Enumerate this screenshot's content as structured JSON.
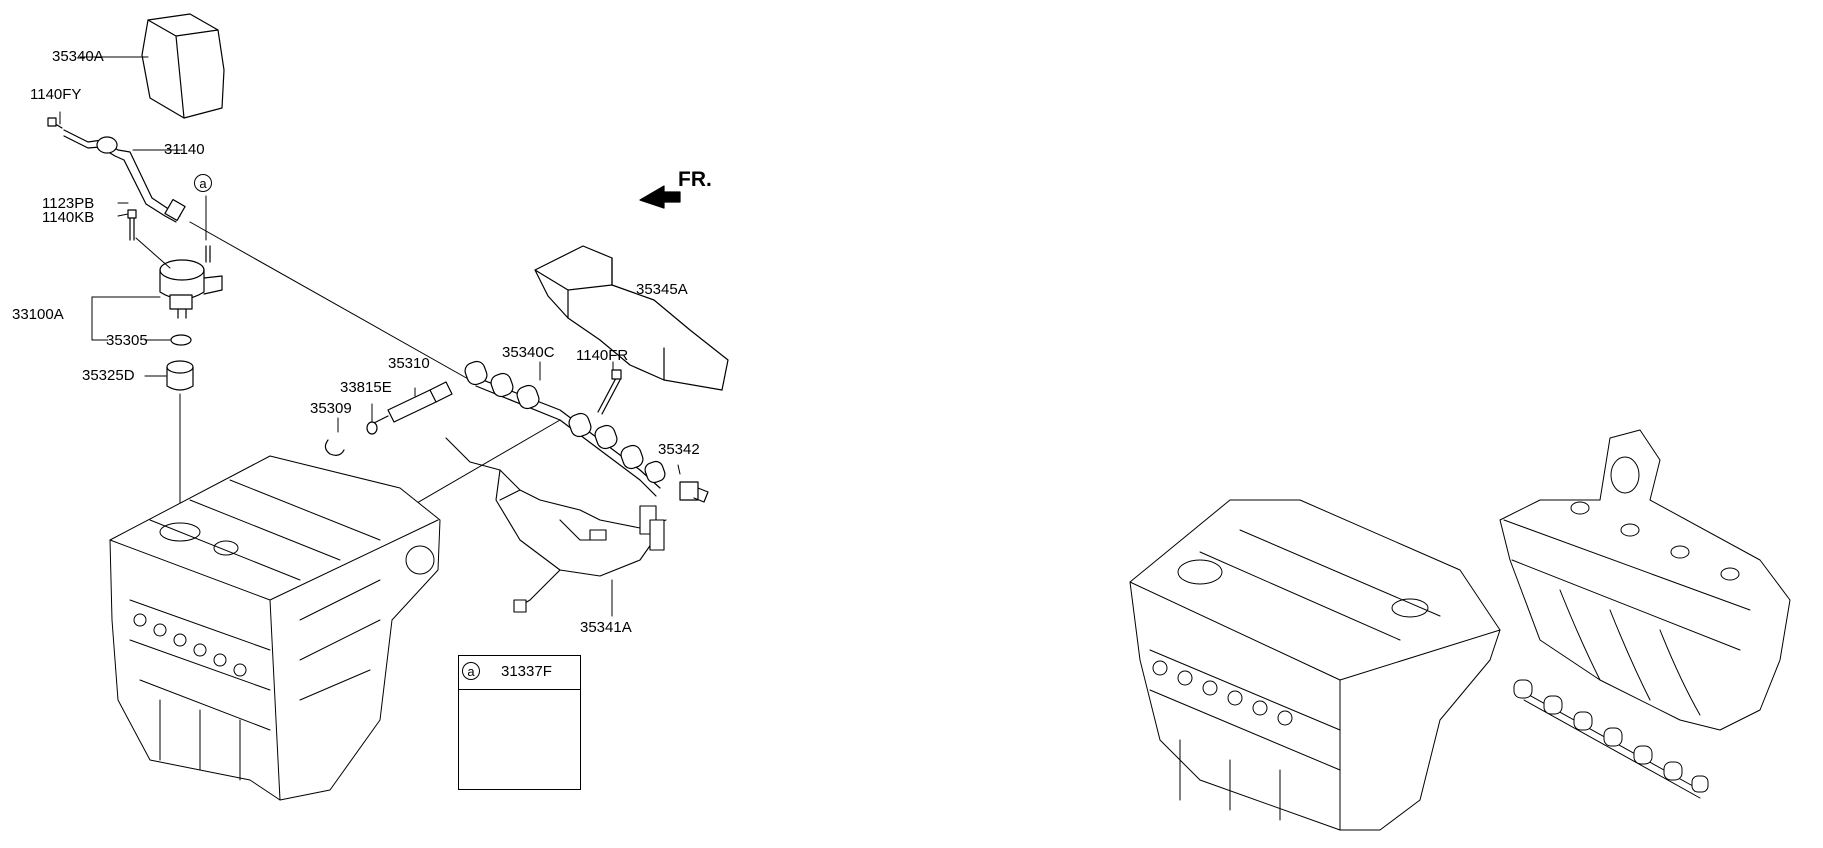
{
  "diagram": {
    "front_indicator": "FR.",
    "ref_marker": "a",
    "labels": {
      "p35340A": "35340A",
      "p1140FY": "1140FY",
      "p31140": "31140",
      "p1123PB": "1123PB",
      "p1140KB": "1140KB",
      "p33100A": "33100A",
      "p35305": "35305",
      "p35325D": "35325D",
      "p35345A": "35345A",
      "p35340C": "35340C",
      "p35310": "35310",
      "p1140FR": "1140FR",
      "p33815E": "33815E",
      "p35309": "35309",
      "p35342": "35342",
      "p35341A": "35341A"
    },
    "detail_inset": {
      "marker": "a",
      "part_number": "31337F"
    }
  }
}
